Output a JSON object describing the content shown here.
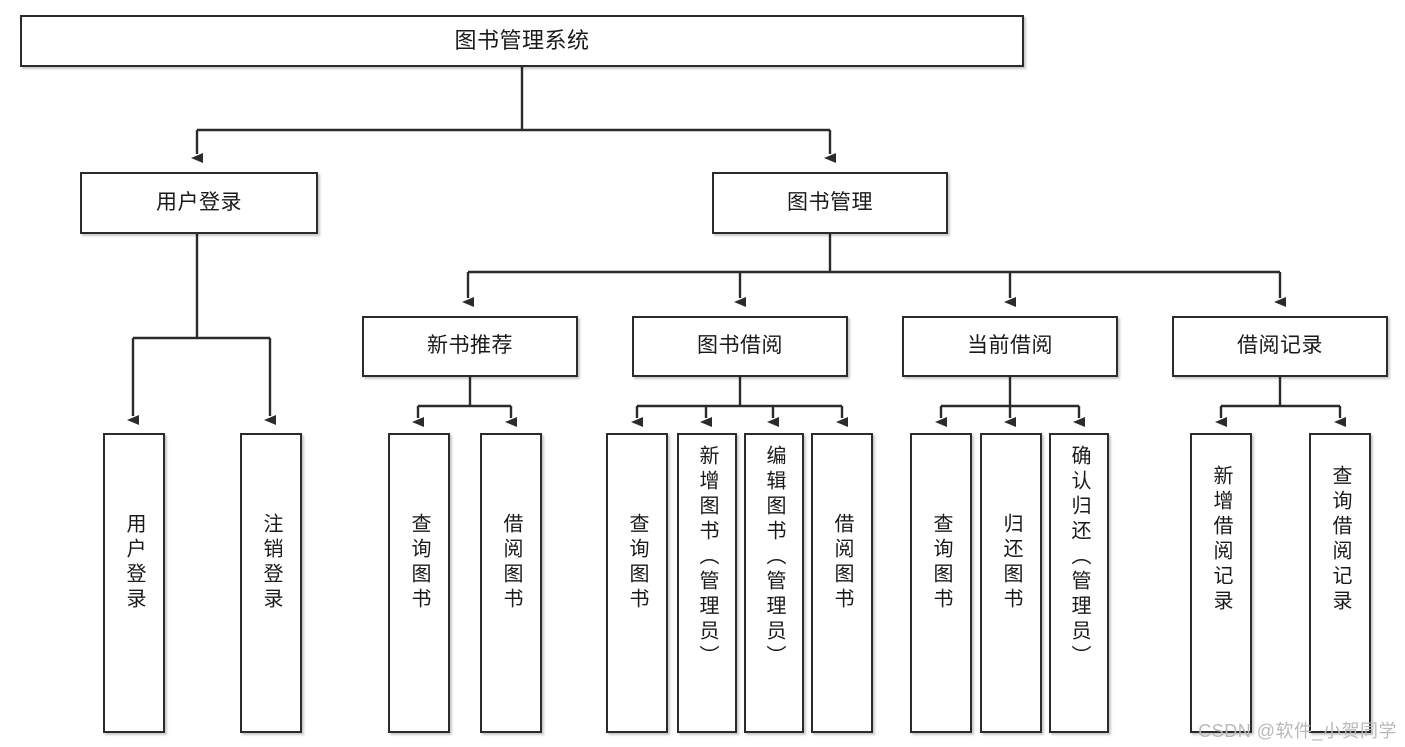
{
  "diagram": {
    "title": "图书管理系统",
    "type": "tree",
    "watermark": "CSDN @软件_小贺同学",
    "colors": {
      "box_border": "#2b2b2b",
      "box_fill": "#ffffff",
      "connector": "#333333",
      "text": "#1a1a1a",
      "watermark": "#b9b9b9"
    },
    "root": {
      "label": "图书管理系统"
    },
    "level2": [
      {
        "id": "user-login",
        "label": "用户登录"
      },
      {
        "id": "book-manage",
        "label": "图书管理"
      }
    ],
    "level3": [
      {
        "id": "new-book-rec",
        "label": "新书推荐",
        "parent": "book-manage"
      },
      {
        "id": "book-borrow",
        "label": "图书借阅",
        "parent": "book-manage"
      },
      {
        "id": "current-borrow",
        "label": "当前借阅",
        "parent": "book-manage"
      },
      {
        "id": "borrow-record",
        "label": "借阅记录",
        "parent": "book-manage"
      }
    ],
    "leaves": [
      {
        "id": "leaf-user-login",
        "label": "用户登录",
        "parent": "user-login"
      },
      {
        "id": "leaf-logout",
        "label": "注销登录",
        "parent": "user-login"
      },
      {
        "id": "leaf-query-book-1",
        "label": "查询图书",
        "parent": "new-book-rec"
      },
      {
        "id": "leaf-borrow-book-1",
        "label": "借阅图书",
        "parent": "new-book-rec"
      },
      {
        "id": "leaf-query-book-2",
        "label": "查询图书",
        "parent": "book-borrow"
      },
      {
        "id": "leaf-add-book",
        "label": "新增图书（管理员）",
        "parent": "book-borrow"
      },
      {
        "id": "leaf-edit-book",
        "label": "编辑图书（管理员）",
        "parent": "book-borrow"
      },
      {
        "id": "leaf-borrow-book-2",
        "label": "借阅图书",
        "parent": "book-borrow"
      },
      {
        "id": "leaf-query-book-3",
        "label": "查询图书",
        "parent": "current-borrow"
      },
      {
        "id": "leaf-return-book",
        "label": "归还图书",
        "parent": "current-borrow"
      },
      {
        "id": "leaf-confirm-return",
        "label": "确认归还（管理员）",
        "parent": "current-borrow"
      },
      {
        "id": "leaf-add-record",
        "label": "新增借阅记录",
        "parent": "borrow-record"
      },
      {
        "id": "leaf-query-record",
        "label": "查询借阅记录",
        "parent": "borrow-record"
      }
    ]
  }
}
